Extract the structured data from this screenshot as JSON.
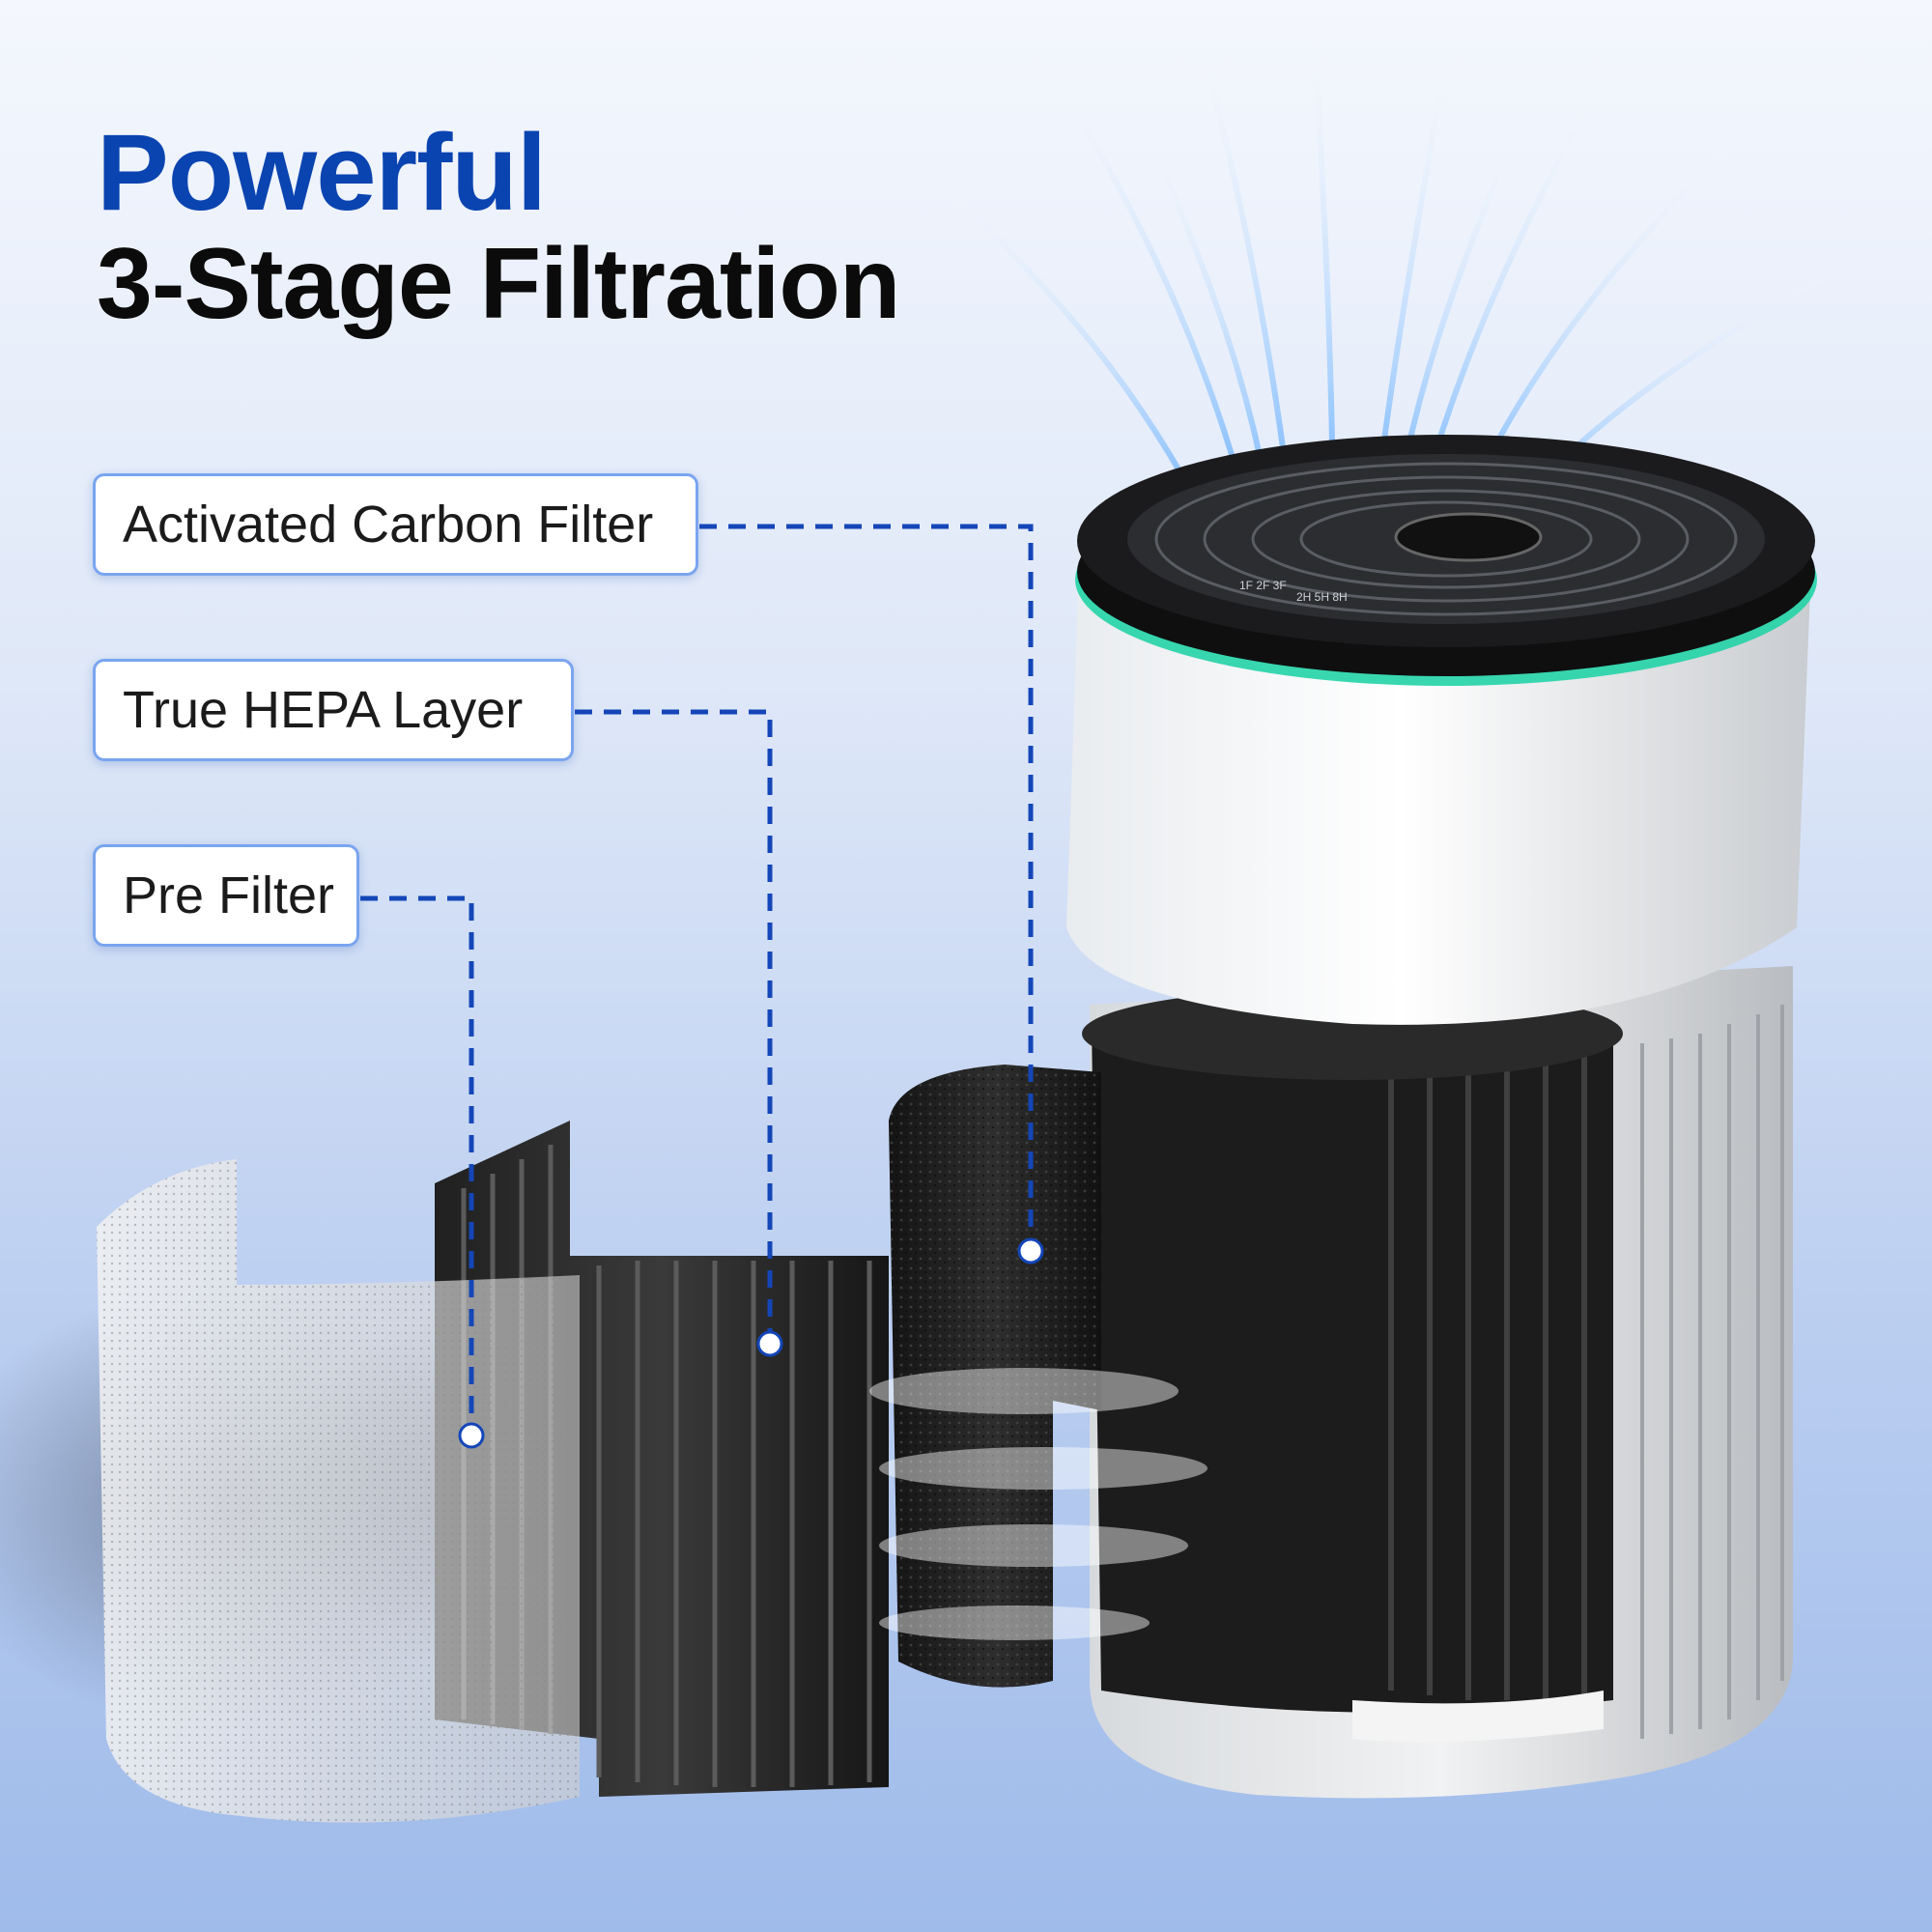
{
  "headline": {
    "line1": "Powerful",
    "line2": "3-Stage Filtration"
  },
  "labels": {
    "carbon": "Activated Carbon Filter",
    "hepa": "True HEPA Layer",
    "pre": "Pre Filter"
  },
  "control_panel": {
    "fan_marks": "1F  2F  3F",
    "timer_marks": "2H  5H  8H"
  },
  "colors": {
    "headline_accent": "#0a44b0",
    "callout_line": "#1446b8",
    "ring_glow": "#22d3a6"
  }
}
